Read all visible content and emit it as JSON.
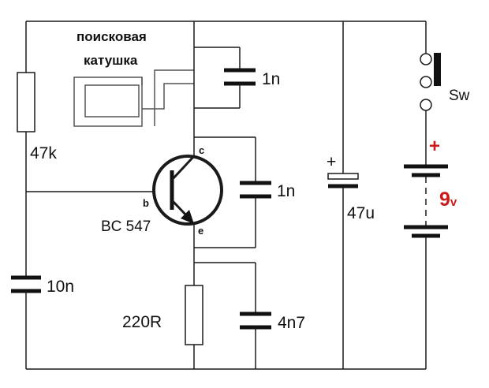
{
  "coil_label": {
    "line1": "поисковая",
    "line2": "катушка"
  },
  "components": {
    "r_base": "47k",
    "c_base": "10n",
    "c_coil": "1n",
    "c_ce": "1n",
    "transistor": "BC 547",
    "r_emitter": "220R",
    "c_emitter": "4n7",
    "c_electrolytic": "47u",
    "switch": "Sw",
    "battery": "9",
    "battery_unit": "v"
  },
  "pins": {
    "collector": "c",
    "base": "b",
    "emitter": "e"
  },
  "polarity": {
    "cap_plus": "+",
    "battery_plus": "+"
  },
  "colors": {
    "wire": "#1a1a1a",
    "accent": "#cc1a1a"
  }
}
